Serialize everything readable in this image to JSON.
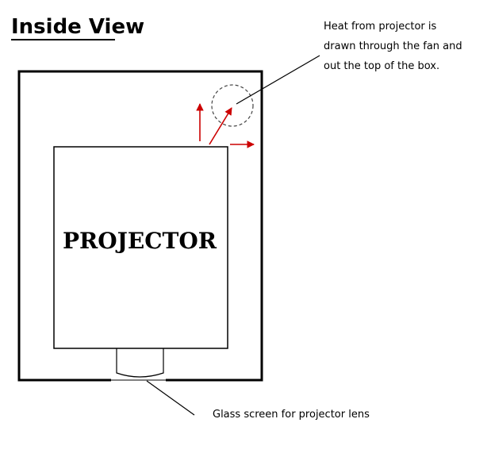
{
  "title": "Inside View",
  "projector_label": "PROJECTOR",
  "annotations": {
    "heat": {
      "lines": [
        "Heat from projector is",
        "drawn through the fan and",
        "out the top of the box."
      ]
    },
    "glass": {
      "text": "Glass screen for projector lens"
    }
  },
  "colors": {
    "arrow": "#cc0000",
    "outline": "#000000",
    "fan": "#444444"
  }
}
